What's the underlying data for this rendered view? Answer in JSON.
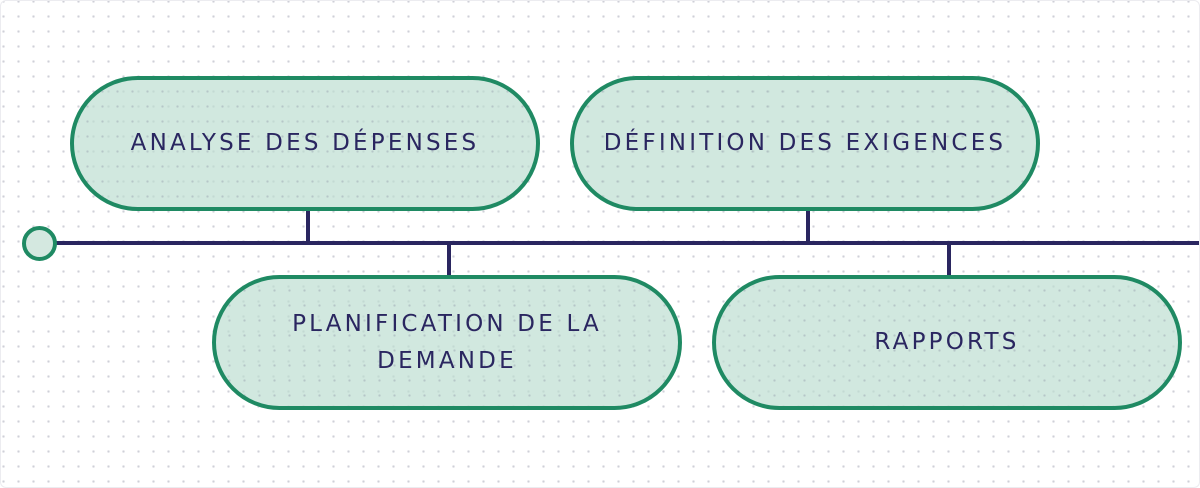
{
  "diagram": {
    "type": "timeline",
    "colors": {
      "line": "#2a2660",
      "node_border": "#1f8a63",
      "node_fill": "#d4e8e0",
      "text": "#2a2660",
      "dot_grid": "#cfd0d8"
    },
    "start_node": {
      "shape": "circle"
    },
    "stages": [
      {
        "label": "ANALYSE DES DÉPENSES",
        "position": "above"
      },
      {
        "label": "PLANIFICATION DE LA DEMANDE",
        "position": "below"
      },
      {
        "label": "DÉFINITION DES EXIGENCES",
        "position": "above"
      },
      {
        "label": "RAPPORTS",
        "position": "below"
      }
    ]
  }
}
